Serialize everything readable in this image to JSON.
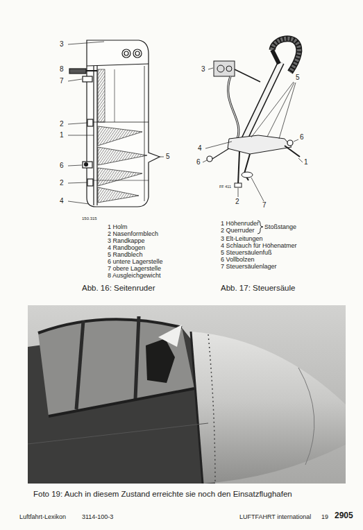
{
  "diagram": {
    "labels": [
      "3",
      "8",
      "7",
      "2",
      "1",
      "6",
      "2",
      "4",
      "5",
      "150.315",
      "1 Holm",
      "2 Nasenformblech",
      "3 Randkappe",
      "4 Randbogen",
      "5 Randblech",
      "6 untere Lagerstelle",
      "7 obere Lagerstelle",
      "8 Ausgleichgewicht",
      "Abb. 16: Seitenruder",
      "3",
      "5",
      "4",
      "6",
      "6",
      "1",
      "2",
      "7",
      "FF 411",
      "1 Höhenruder",
      "2 Querruder",
      "Stoßstange",
      "3 Elt-Leitungen",
      "4 Schlauch für Höhenatmer",
      "5 Steuersäulenfuß",
      "6 Vollbolzen",
      "7 Steuersäulenlager",
      "Abb. 17: Steuersäule",
      "Foto 19: Auch in diesem Zustand erreichte sie noch den Einsatzflughafen",
      "Luftfahrt-Lexikon",
      "3114-100-3",
      "LUFTFAHRT international",
      "19",
      "2905"
    ]
  }
}
